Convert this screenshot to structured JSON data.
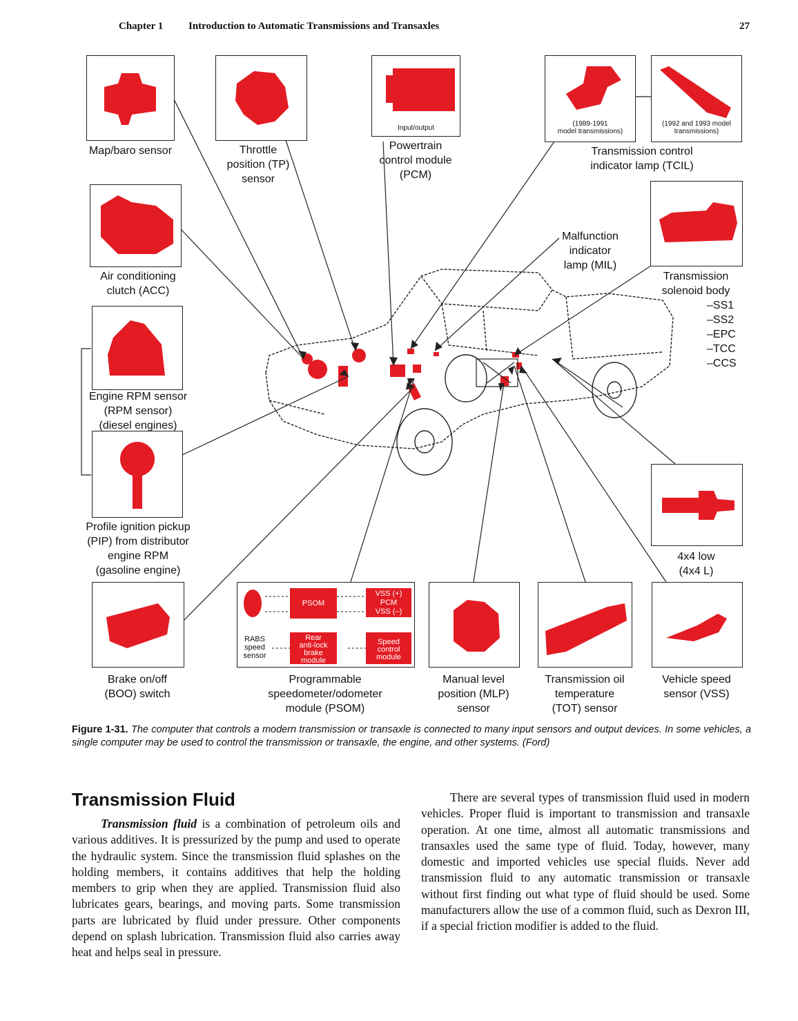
{
  "header": {
    "chapter": "Chapter 1",
    "title": "Introduction to Automatic Transmissions and Transaxles",
    "page_number": "27"
  },
  "figure": {
    "labels": {
      "map_baro": "Map/baro sensor",
      "tp_1": "Throttle",
      "tp_2": "position (TP)",
      "tp_3": "sensor",
      "pcm_box": "Input/output",
      "pcm_1": "Powertrain",
      "pcm_2": "control module",
      "pcm_3": "(PCM)",
      "tcil_a_1": "(1989-1991",
      "tcil_a_2": "model transmissions)",
      "tcil_b_1": "(1992 and 1993 model",
      "tcil_b_2": "transmissions)",
      "tcil_1": "Transmission control",
      "tcil_2": "indicator lamp (TCIL)",
      "mil_1": "Malfunction",
      "mil_2": "indicator",
      "mil_3": "lamp (MIL)",
      "acc_1": "Air conditioning",
      "acc_2": "clutch (ACC)",
      "sol_1": "Transmission",
      "sol_2": "solenoid body",
      "sol_3": "–SS1",
      "sol_4": "–SS2",
      "sol_5": "–EPC",
      "sol_6": "–TCC",
      "sol_7": "–CCS",
      "rpm_1": "Engine RPM sensor",
      "rpm_2": "(RPM sensor)",
      "rpm_3": "(diesel engines)",
      "pip_1": "Profile ignition pickup",
      "pip_2": "(PIP) from distributor",
      "pip_3": "engine RPM",
      "pip_4": "(gasoline engine)",
      "x4_1": "4x4 low",
      "x4_2": "(4x4 L)",
      "boo_1": "Brake on/off",
      "boo_2": "(BOO) switch",
      "psom_1": "Programmable",
      "psom_2": "speedometer/odometer",
      "psom_3": "module (PSOM)",
      "mlp_1": "Manual level",
      "mlp_2": "position (MLP)",
      "mlp_3": "sensor",
      "tot_1": "Transmission oil",
      "tot_2": "temperature",
      "tot_3": "(TOT) sensor",
      "vss_1": "Vehicle speed",
      "vss_2": "sensor (VSS)",
      "psom_inner": "PSOM",
      "vss_plus": "VSS (+)",
      "pcm_small": "PCM",
      "vss_minus": "VSS (–)",
      "rabs_1": "RABS",
      "rabs_2": "speed",
      "rabs_3": "sensor",
      "rear_1": "Rear",
      "rear_2": "anti-lock",
      "rear_3": "brake",
      "rear_4": "module",
      "spd_1": "Speed",
      "spd_2": "control",
      "spd_3": "module"
    },
    "accent_color": "#e31b23"
  },
  "caption": {
    "label": "Figure 1-31.",
    "text": "The computer that controls a modern transmission or transaxle is connected to many input sensors and output devices. In some vehicles, a single computer may be used to control the transmission or transaxle, the engine, and other systems. (Ford)"
  },
  "section": {
    "heading": "Transmission Fluid",
    "term": "Transmission fluid",
    "para1_rest": " is a combination of petroleum oils and various additives. It is pressurized by the pump and used to operate the hydraulic system. Since the transmission fluid splashes on the holding members, it contains additives that help the holding members to grip when they are applied. Transmission fluid also lubricates gears, bearings, and moving parts. Some transmission parts are lubricated by fluid under pressure. Other components depend on splash lubrication. Transmission fluid also carries away heat and helps seal in pressure.",
    "para2": "There are several types of transmission fluid used in modern vehicles. Proper fluid is important to transmission and transaxle operation. At one time, almost all automatic transmissions and transaxles used the same type of fluid. Today, however, many domestic and imported vehicles use special fluids. Never add transmission fluid to any automatic transmission or transaxle without first finding out what type of fluid should be used. Some manufacturers allow the use of a common fluid, such as Dexron III, if a special friction modifier is added to the fluid."
  }
}
